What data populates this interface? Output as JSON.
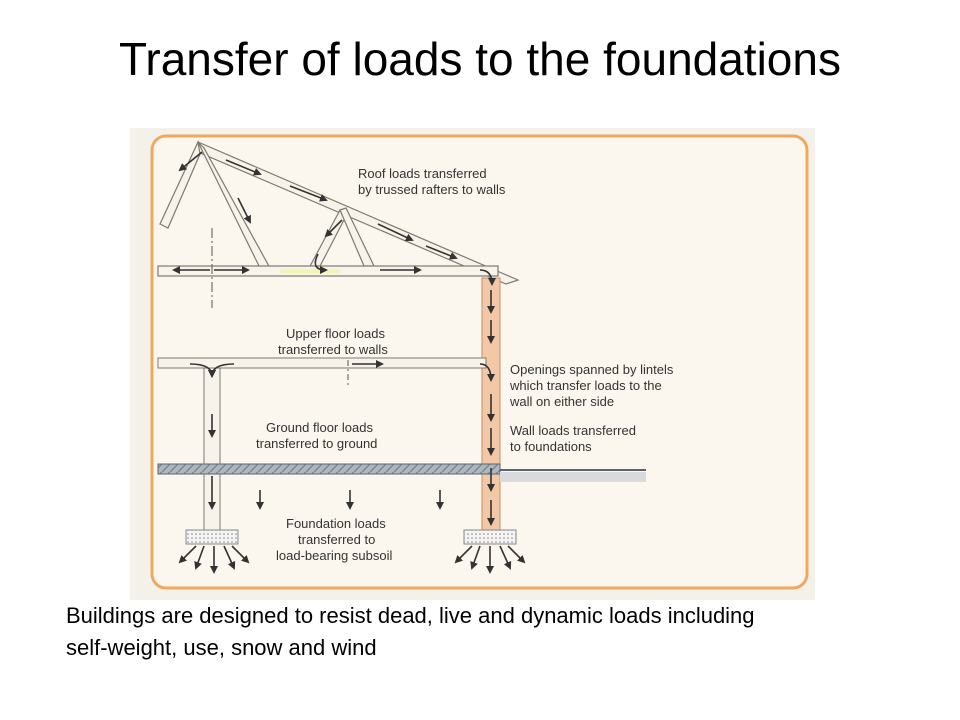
{
  "slide": {
    "title": "Transfer of loads to the foundations",
    "caption_line1": "Buildings are designed to resist dead, live and dynamic loads including",
    "caption_line2": "self-weight, use, snow and wind"
  },
  "diagram": {
    "labels": {
      "roof_1": "Roof loads transferred",
      "roof_2": "by trussed rafters to walls",
      "upper_1": "Upper floor loads",
      "upper_2": "transferred to walls",
      "openings_1": "Openings spanned by lintels",
      "openings_2": "which transfer loads to the",
      "openings_3": "wall on either side",
      "wall_1": "Wall loads transferred",
      "wall_2": "to foundations",
      "ground_1": "Ground floor loads",
      "ground_2": "transferred to ground",
      "found_1": "Foundation loads",
      "found_2": "transferred to",
      "found_3": "load-bearing subsoil"
    },
    "colors": {
      "frame": "#f0a860",
      "panel": "#fbf7ee",
      "wall": "#f2c8a6",
      "ground": "#b9c0c6",
      "arrow": "#333333"
    }
  }
}
